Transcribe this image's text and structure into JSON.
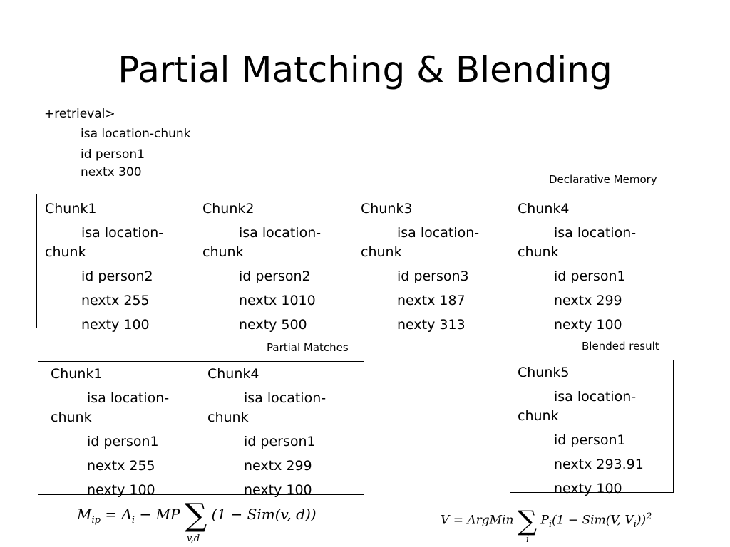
{
  "title": "Partial Matching & Blending",
  "retrieval": {
    "header": "+retrieval>",
    "isa": "isa location-chunk",
    "id": "id person1",
    "nextx": "nextx 300"
  },
  "labels": {
    "declarative_memory": "Declarative Memory",
    "partial_matches": "Partial Matches",
    "blended_result": "Blended result"
  },
  "declarative_memory": [
    {
      "name": "Chunk1",
      "isa": "isa location-chunk",
      "id": "id person2",
      "nextx": "nextx 255",
      "nexty": "nexty 100"
    },
    {
      "name": "Chunk2",
      "isa": "isa location-chunk",
      "id": "id person2",
      "nextx": "nextx 1010",
      "nexty": "nexty 500"
    },
    {
      "name": "Chunk3",
      "isa": "isa location-chunk",
      "id": "id person3",
      "nextx": "nextx 187",
      "nexty": "nexty 313"
    },
    {
      "name": "Chunk4",
      "isa": "isa location-chunk",
      "id": "id person1",
      "nextx": "nextx 299",
      "nexty": "nexty 100"
    }
  ],
  "partial_matches": [
    {
      "name": "Chunk1",
      "isa": "isa location-chunk",
      "id": "id person1",
      "nextx": "nextx 255",
      "nexty": "nexty 100"
    },
    {
      "name": "Chunk4",
      "isa": "isa location-chunk",
      "id": "id person1",
      "nextx": "nextx 299",
      "nexty": "nexty 100"
    }
  ],
  "blended": {
    "name": "Chunk5",
    "isa": "isa location-chunk",
    "id": "id person1",
    "nextx": "nextx 293.91",
    "nexty": "nexty 100"
  },
  "formula_match": {
    "lhs": "M",
    "lhs_sub": "ip",
    "eq": "=",
    "a": "A",
    "a_sub": "i",
    "minus": "−",
    "mp": "MP",
    "sum": "∑",
    "sum_limit": "v,d",
    "body": "(1 − Sim(v, d))"
  },
  "formula_blend": {
    "lhs": "V",
    "eq": "=",
    "argmin": "ArgMin",
    "sum": "∑",
    "sum_limit": "i",
    "p": "P",
    "p_sub": "i",
    "body": "(1 − Sim(V, V",
    "body_sub": "i",
    "close": "))",
    "power": "2"
  }
}
